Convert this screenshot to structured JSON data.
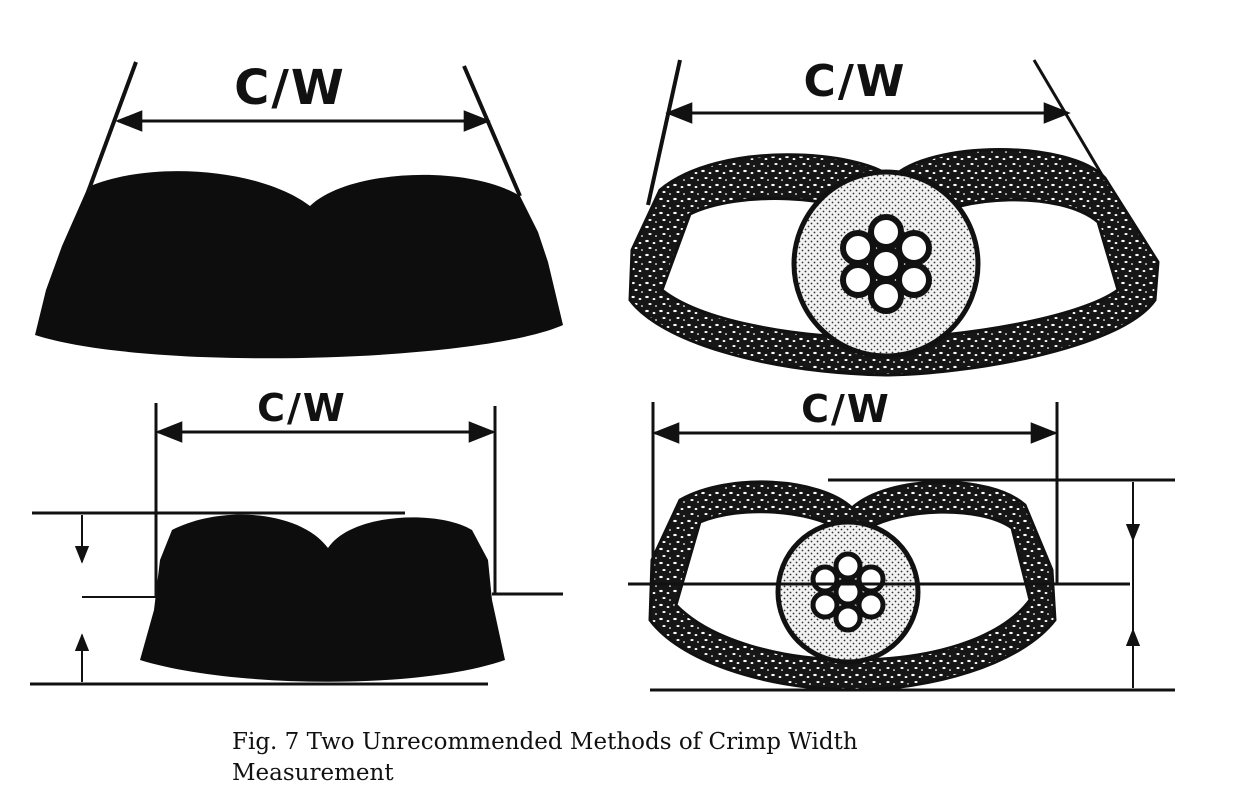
{
  "figure": {
    "labels": {
      "top_left": "C/W",
      "top_right": "C/W",
      "bottom_left": "C/W",
      "bottom_right": "C/W"
    },
    "caption": "Fig. 7 Two Unrecommended Methods of Crimp Width Measurement",
    "colors": {
      "ink": "#111111",
      "paper": "#ffffff",
      "insulation_fill": "#e9e9e9"
    }
  }
}
